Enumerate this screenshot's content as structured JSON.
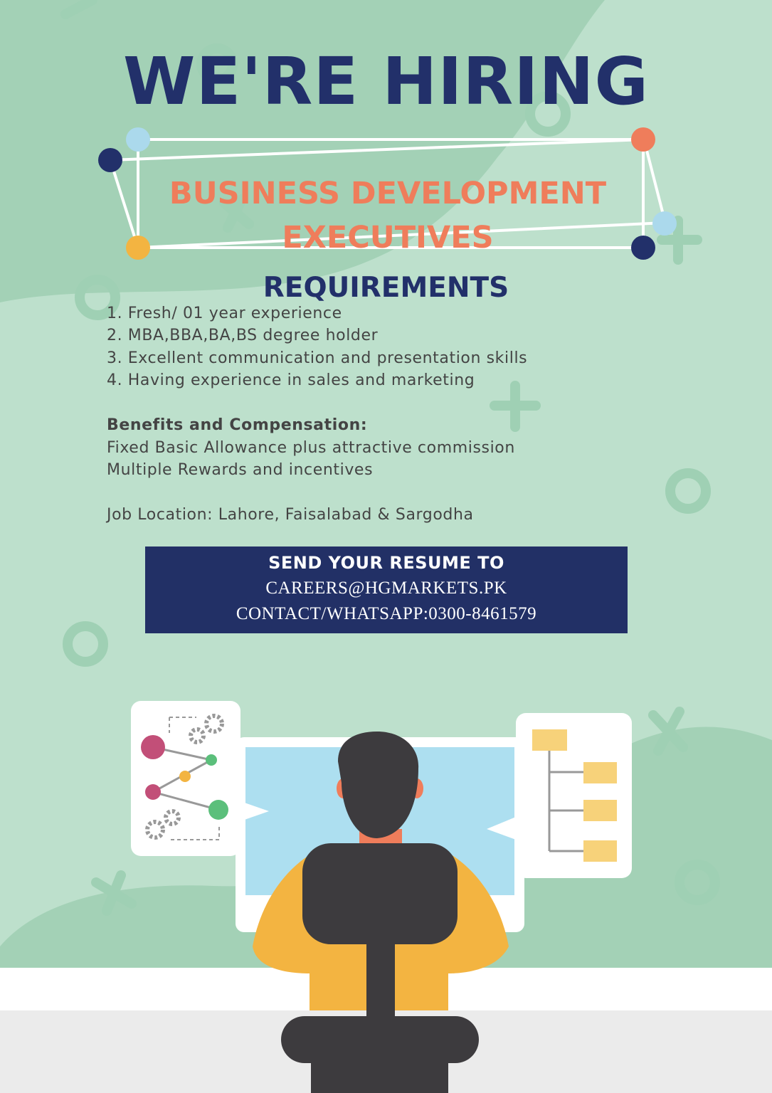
{
  "headline": "WE'RE HIRING",
  "role": {
    "line1": "BUSINESS DEVELOPMENT",
    "line2": "EXECUTIVES"
  },
  "requirements": {
    "heading": "REQUIREMENTS",
    "items": [
      "1. Fresh/ 01 year experience",
      "2. MBA,BBA,BA,BS degree holder",
      "3. Excellent communication and presentation skills",
      "4. Having experience in sales and marketing"
    ]
  },
  "benefits": {
    "heading": "Benefits and Compensation:",
    "items": [
      "Fixed Basic Allowance plus attractive commission",
      "Multiple Rewards and incentives"
    ]
  },
  "location": "Job Location: Lahore, Faisalabad & Sargodha",
  "contact": {
    "title": "SEND YOUR RESUME TO",
    "email": "CAREERS@HGMARKETS.PK",
    "phone": "CONTACT/WHATSAPP:0300-8461579"
  },
  "colors": {
    "navy": "#22306a",
    "coral": "#ef7d5b",
    "mint_light": "#bde0cc",
    "mint_dark": "#a3d1b6"
  }
}
